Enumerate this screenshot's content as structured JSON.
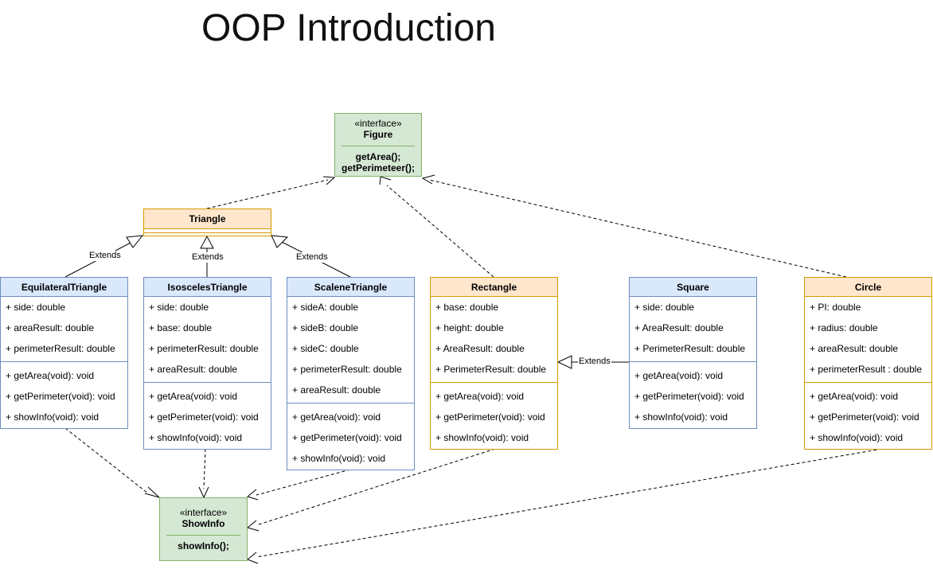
{
  "title": "OOP Introduction",
  "figure": {
    "stereotype": "«interface»",
    "name": "Figure",
    "methods": [
      "getArea();",
      "getPerimeteer();"
    ]
  },
  "showinfo": {
    "stereotype": "«interface»",
    "name": "ShowInfo",
    "methods": [
      "showInfo();"
    ]
  },
  "triangle": {
    "name": "Triangle"
  },
  "classes": [
    {
      "name": "EquilateralTriangle",
      "fields": [
        "+ side: double",
        "+ areaResult: double",
        "+ perimeterResult: double"
      ],
      "methods": [
        "+ getArea(void): void",
        "+ getPerimeter(void): void",
        "+ showInfo(void): void"
      ]
    },
    {
      "name": "IsoscelesTriangle",
      "fields": [
        "+ side: double",
        "+ base: double",
        "+ perimeterResult: double",
        "+ areaResult: double"
      ],
      "methods": [
        "+ getArea(void): void",
        "+ getPerimeter(void): void",
        "+ showInfo(void): void"
      ]
    },
    {
      "name": "ScaleneTriangle",
      "fields": [
        "+ sideA: double",
        "+ sideB: double",
        "+ sideC: double",
        "+ perimeterResult: double",
        "+ areaResult: double"
      ],
      "methods": [
        "+ getArea(void): void",
        "+ getPerimeter(void): void",
        "+ showInfo(void): void"
      ]
    },
    {
      "name": "Rectangle",
      "fields": [
        "+ base: double",
        "+ height: double",
        "+ AreaResult: double",
        "+ PerimeterResult: double"
      ],
      "methods": [
        "+ getArea(void): void",
        "+ getPerimeter(void): void",
        "+ showInfo(void): void"
      ]
    },
    {
      "name": "Square",
      "fields": [
        "+ side: double",
        "+ AreaResult: double",
        "+ PerimeterResult: double"
      ],
      "methods": [
        "+ getArea(void): void",
        "+ getPerimeter(void): void",
        "+ showInfo(void): void"
      ]
    },
    {
      "name": "Circle",
      "fields": [
        "+ PI: double",
        "+ radius: double",
        "+ areaResult: double",
        "+ perimeterResult : double"
      ],
      "methods": [
        "+ getArea(void): void",
        "+ getPerimeter(void): void",
        "+ showInfo(void): void"
      ]
    }
  ],
  "edge_labels": {
    "extends": "Extends"
  },
  "colors": {
    "blue_fill": "#dae8fc",
    "blue_stroke": "#6c8ebf",
    "orange_fill": "#ffe6cc",
    "orange_stroke": "#d79b00",
    "green_fill": "#d5e8d4",
    "green_stroke": "#82b366"
  }
}
